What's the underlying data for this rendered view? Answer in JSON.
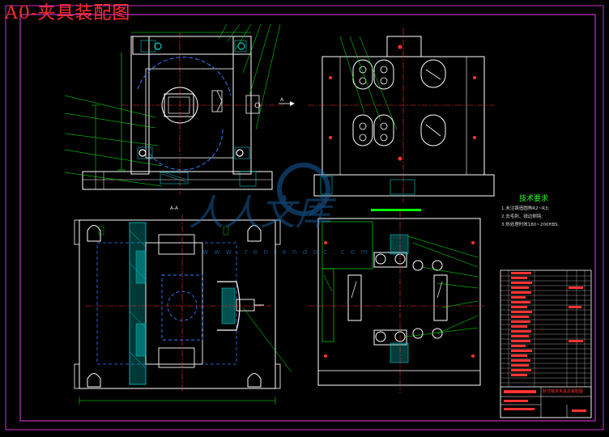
{
  "title": "A0-夹具装配图",
  "technical_requirements": {
    "heading": "技术要求",
    "items": [
      "1.未注铸造圆角R2~R3;",
      "2.去毛刺、锐边倒钝;",
      "3.热处理时效180~200HBS."
    ]
  },
  "section_label": "A-A",
  "view_arrow_label": "A",
  "title_block": {
    "drawing_name": "卧式铣床夹具总装配图"
  },
  "watermark": {
    "logo_text": "人人文库",
    "url": "www.renrendoc.com"
  },
  "colors": {
    "background": "#000000",
    "frame": "#c832c8",
    "title": "#ff2a2a",
    "heading": "#2bff2b",
    "lines": "#ffffff",
    "hatch": "#00c8c8",
    "green": "#00ff00"
  }
}
